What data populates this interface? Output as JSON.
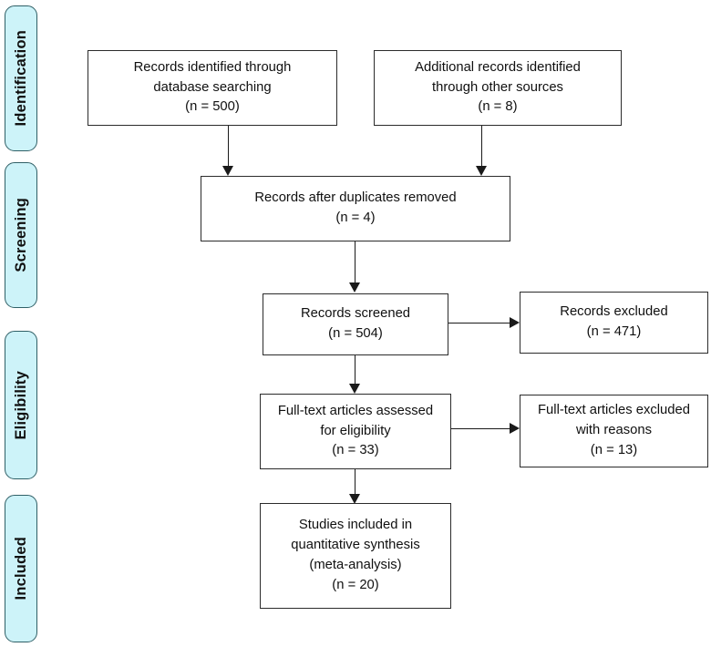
{
  "diagram": {
    "type": "prisma-flow-diagram",
    "phases": [
      {
        "id": "identification",
        "label": "Identification"
      },
      {
        "id": "screening",
        "label": "Screening"
      },
      {
        "id": "eligibility",
        "label": "Eligibility"
      },
      {
        "id": "included",
        "label": "Included"
      }
    ],
    "boxes": [
      {
        "id": "records-identified-database",
        "lines": [
          "Records identified through",
          "database searching",
          "(n = 500)"
        ],
        "count": 500
      },
      {
        "id": "additional-records-other-sources",
        "lines": [
          "Additional records identified",
          "through other sources",
          "(n = 8)"
        ],
        "count": 8
      },
      {
        "id": "records-after-duplicates-removed",
        "lines": [
          "Records after duplicates removed",
          "(n = 4)"
        ],
        "count": 4
      },
      {
        "id": "records-screened",
        "lines": [
          "Records screened",
          "(n = 504)"
        ],
        "count": 504
      },
      {
        "id": "records-excluded",
        "lines": [
          "Records excluded",
          "(n = 471)"
        ],
        "count": 471
      },
      {
        "id": "fulltext-assessed",
        "lines": [
          "Full-text articles assessed",
          "for eligibility",
          "(n = 33)"
        ],
        "count": 33
      },
      {
        "id": "fulltext-excluded",
        "lines": [
          "Full-text articles excluded",
          "with reasons",
          "(n = 13)"
        ],
        "count": 13
      },
      {
        "id": "studies-included",
        "lines": [
          "Studies included in",
          "quantitative synthesis",
          "(meta-analysis)",
          "(n = 20)"
        ],
        "count": 20
      }
    ],
    "colors": {
      "phase_fill": "#cdf3f9",
      "phase_border": "#2f5f66",
      "box_border": "#2b2b2b",
      "connector": "#1a1a1a",
      "background": "#ffffff",
      "text": "#101010"
    }
  }
}
